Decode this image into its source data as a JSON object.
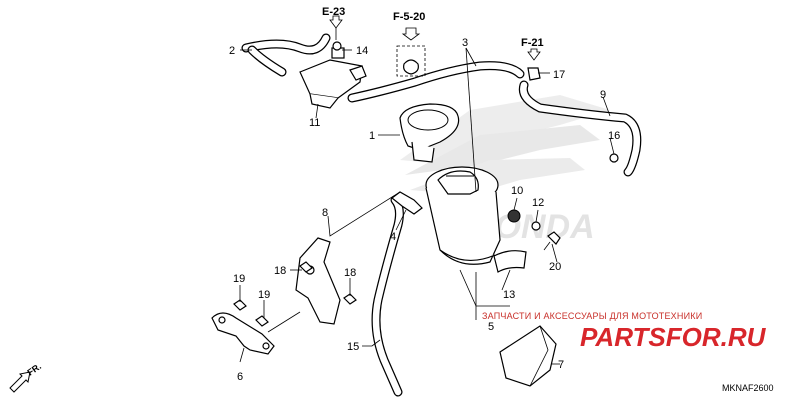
{
  "refs": {
    "e23": "E-23",
    "f520": "F-5-20",
    "f21": "F-21"
  },
  "labels": {
    "p1": "1",
    "p2": "2",
    "p3": "3",
    "p4": "4",
    "p5": "5",
    "p6": "6",
    "p7": "7",
    "p8": "8",
    "p9": "9",
    "p10": "10",
    "p11": "11",
    "p12": "12",
    "p13": "13",
    "p14": "14",
    "p15": "15",
    "p16": "16",
    "p17": "17",
    "p18a": "18",
    "p18b": "18",
    "p19a": "19",
    "p19b": "19",
    "p20": "20"
  },
  "direction": "FR.",
  "diagram_code": "MKNAF2600",
  "watermark": {
    "text": "ЗАПЧАСТИ И АКСЕССУАРЫ ДЛЯ МОТОТЕХНИКИ",
    "logo": "PARTSFOR.RU",
    "brand_mark": "HONDA"
  },
  "colors": {
    "ink": "#000000",
    "watermark_red": "#d8262b",
    "honda_wing": "#e9e9e9"
  }
}
